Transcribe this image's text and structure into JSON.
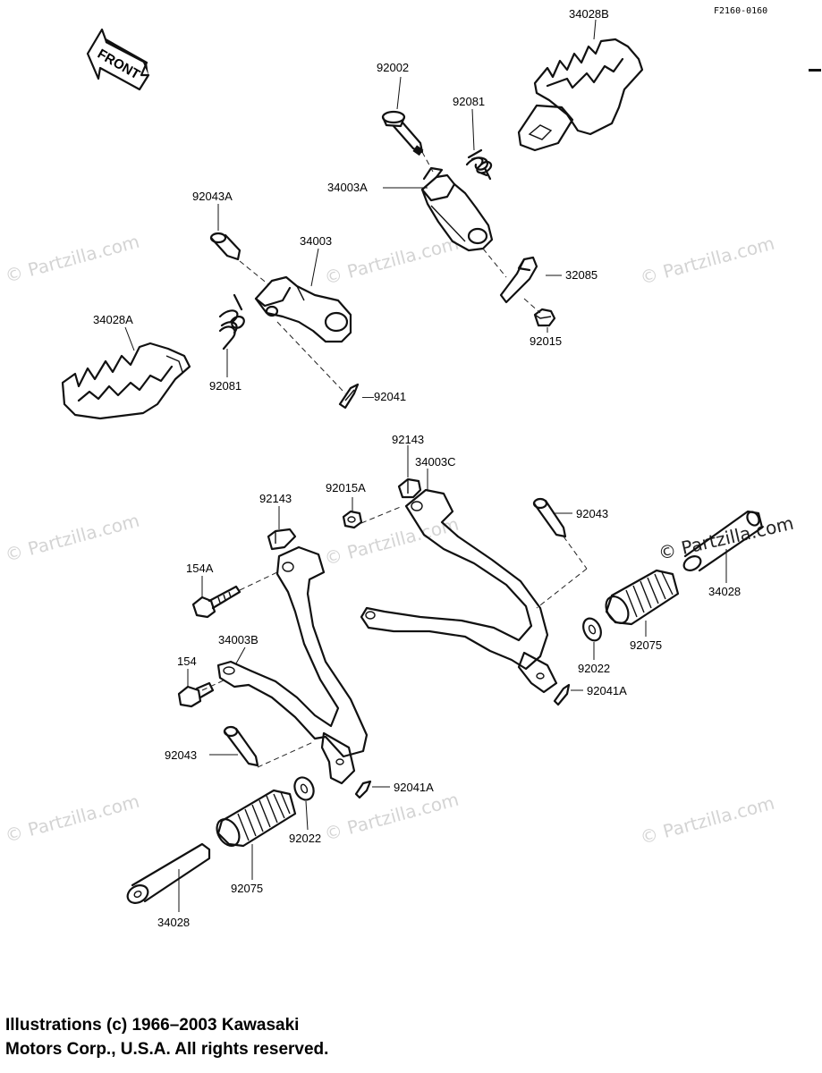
{
  "figure_code": "F2160-0160",
  "front_arrow_label": "FRONT",
  "watermark_text": "© Partzilla.com",
  "labels": {
    "p34028B": "34028B",
    "p92002": "92002",
    "p92081_top": "92081",
    "p34003A": "34003A",
    "p32085": "32085",
    "p92015": "92015",
    "p92043A": "92043A",
    "p34003": "34003",
    "p34028A": "34028A",
    "p92081_left": "92081",
    "p92041": "—92041",
    "p92143_top": "92143",
    "p34003C": "34003C",
    "p92143_left": "92143",
    "p92015A": "92015A",
    "p92043_right": "92043",
    "p154A": "154A",
    "p34028_right": "34028",
    "p34003B": "34003B",
    "p92075_right": "92075",
    "p92022_right": "92022",
    "p154": "154",
    "p92041A_right": "92041A",
    "p92043_left": "92043",
    "p92041A_left": "92041A",
    "p92022_left": "92022",
    "p92075_left": "92075",
    "p34028_left": "34028"
  },
  "copyright": {
    "line1": "Illustrations (c) 1966–2003 Kawasaki",
    "line2": "Motors Corp., U.S.A.  All rights reserved."
  }
}
